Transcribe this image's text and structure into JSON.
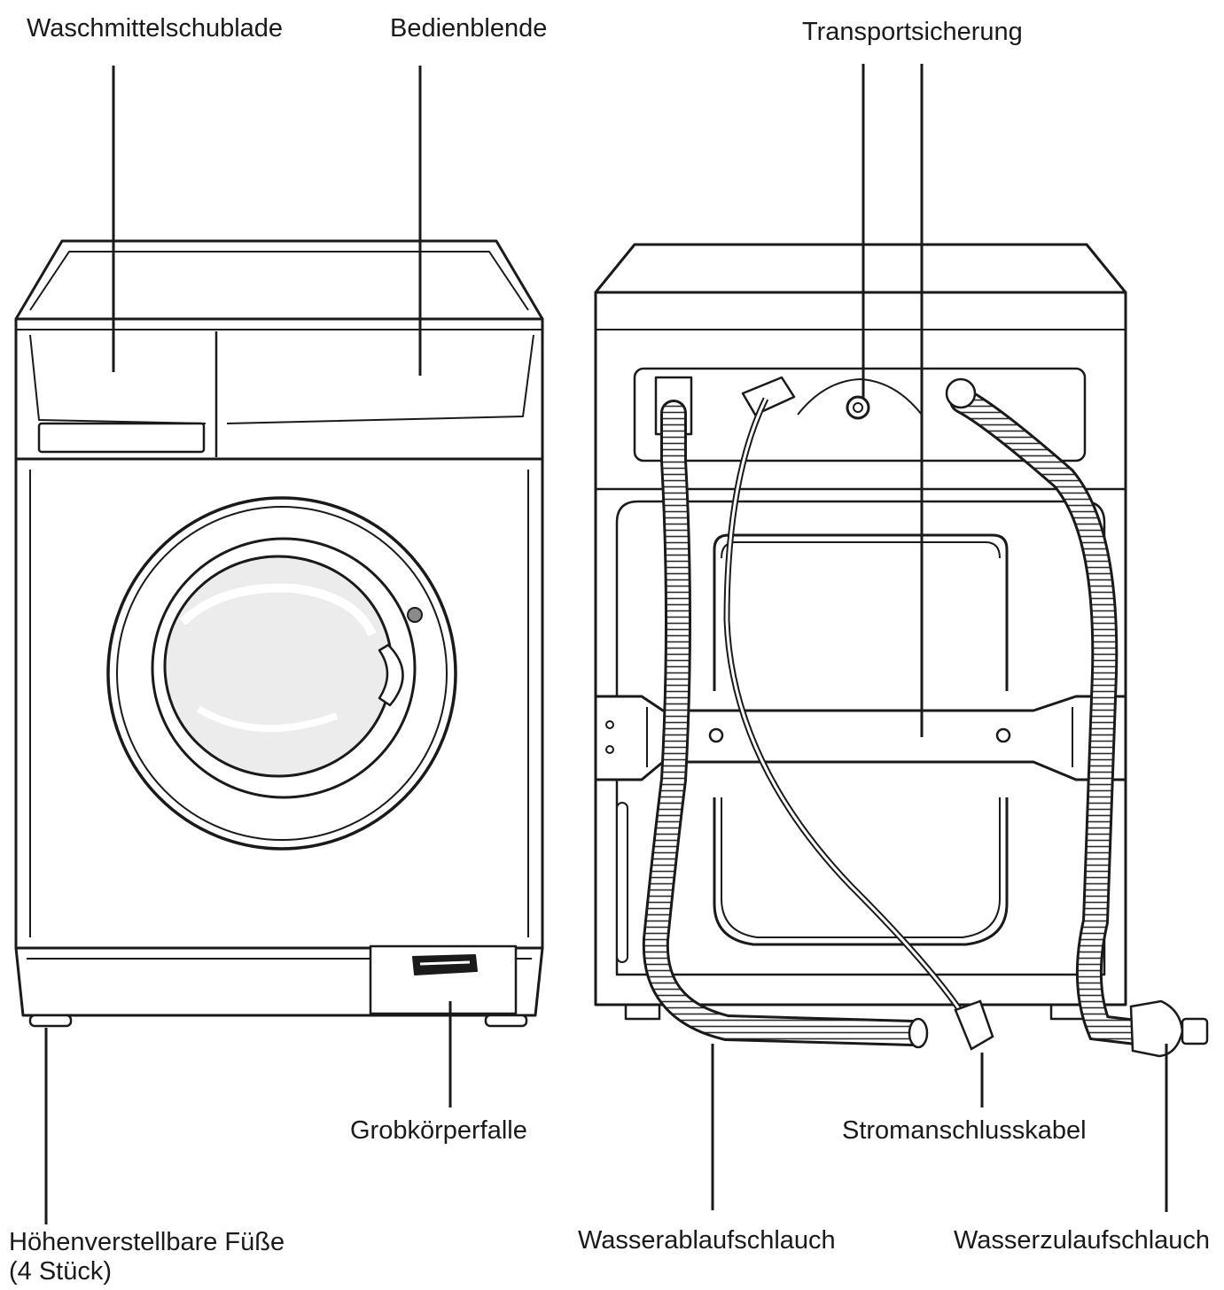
{
  "labels": {
    "detergent_drawer": "Waschmittelschublade",
    "control_panel": "Bedienblende",
    "transport_lock": "Transportsicherung",
    "lint_trap": "Grobkörperfalle",
    "power_cable": "Stromanschlusskabel",
    "adjustable_feet_line1": "Höhenverstellbare Füße",
    "adjustable_feet_line2": "(4 Stück)",
    "drain_hose": "Wasserablaufschlauch",
    "inlet_hose": "Wasserzulaufschlauch"
  },
  "colors": {
    "line": "#1a1a1a",
    "fill": "#ffffff",
    "glass": "#ececec",
    "hose_stripe": "#2a2a2a"
  }
}
